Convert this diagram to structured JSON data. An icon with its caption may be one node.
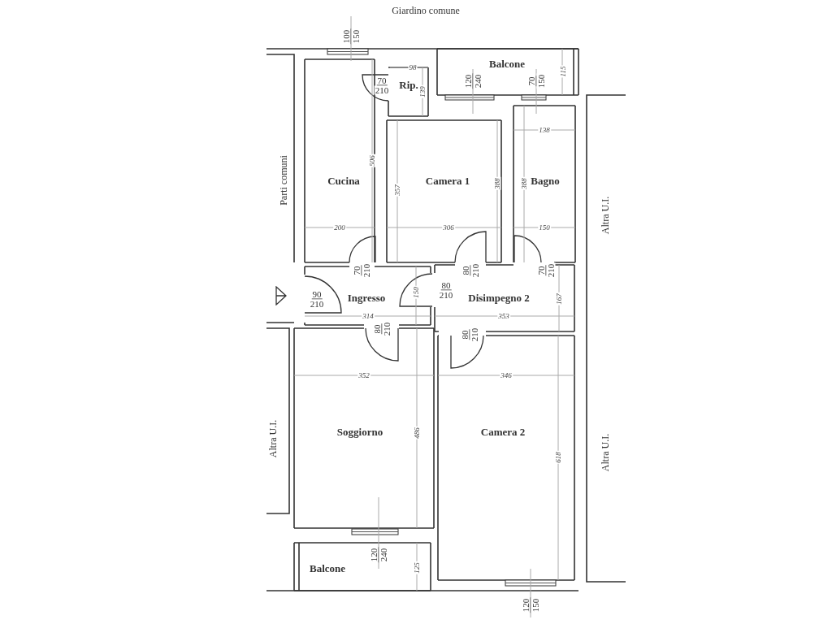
{
  "diagram": {
    "nodes": [
      {
        "text": [
          "Cucina"
        ]
      },
      {
        "text": [
          "Rip."
        ]
      },
      {
        "text": [
          "Balcone"
        ]
      },
      {
        "text": [
          "Camera 1"
        ]
      },
      {
        "text": [
          "Bagno"
        ]
      },
      {
        "text": [
          "Ingresso"
        ]
      },
      {
        "text": [
          "Disimpegno 2"
        ]
      },
      {
        "text": [
          "Soggiorno"
        ]
      },
      {
        "text": [
          "Camera 2"
        ]
      },
      {
        "text": [
          "Balcone"
        ]
      }
    ],
    "edges": [],
    "labels": [
      "Giardino comune",
      "100",
      "150",
      "98",
      "70",
      "210",
      "139",
      "120",
      "240",
      "70",
      "150",
      "115",
      "138",
      "506",
      "357",
      "388",
      "388",
      "Parti comuni",
      "200",
      "306",
      "150",
      "Altra U.I.",
      "70",
      "210",
      "80",
      "210",
      "70",
      "210",
      "90",
      "210",
      "150",
      "80",
      "210",
      "167",
      "314",
      "353",
      "80",
      "210",
      "80",
      "210",
      "352",
      "346",
      "Altra U.I.",
      "486",
      "618",
      "Altra U.I.",
      "120",
      "240",
      "125",
      "120",
      "150"
    ]
  }
}
